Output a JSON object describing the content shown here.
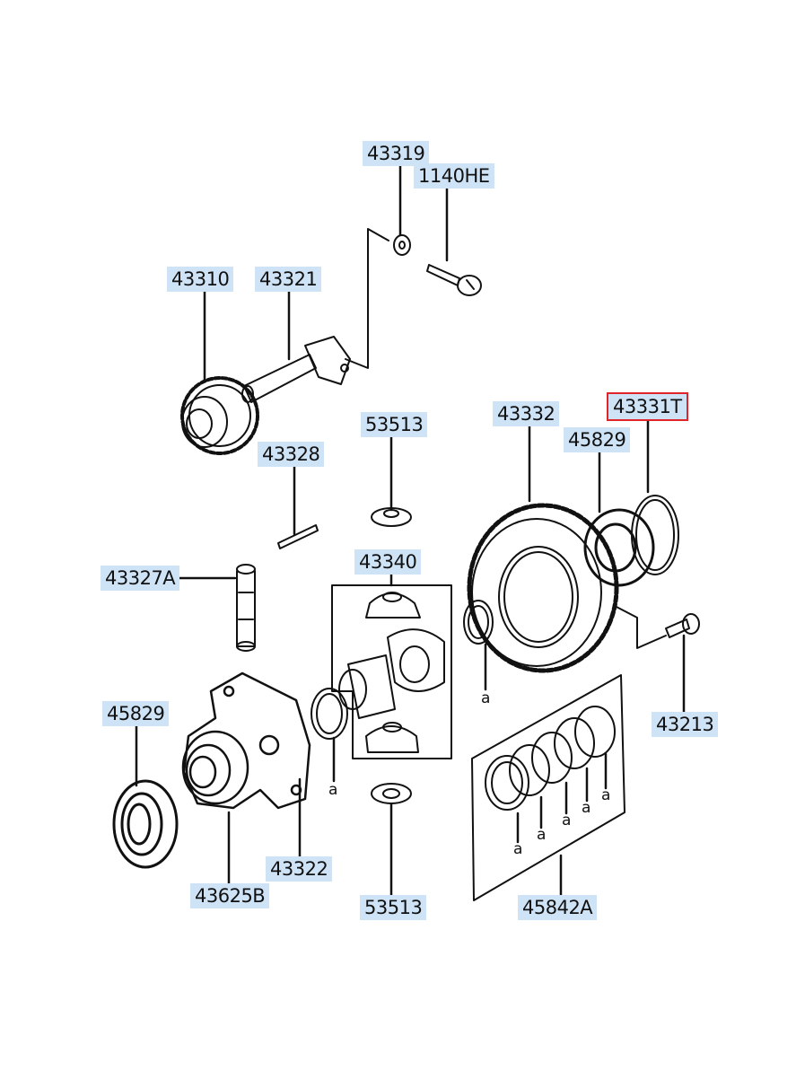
{
  "diagram": {
    "title": "Differential assembly parts diagram",
    "selected_part": "43331T",
    "highlight_color": "#cfe3f7",
    "selected_border_color": "#e0252a"
  },
  "labels": {
    "p43319": "43319",
    "p1140HE": "1140HE",
    "p43310": "43310",
    "p43321": "43321",
    "p53513_top": "53513",
    "p43332": "43332",
    "p43331T": "43331T",
    "p45829_right": "45829",
    "p43328": "43328",
    "p43340": "43340",
    "p43327A": "43327A",
    "p45829_left": "45829",
    "p43213": "43213",
    "p43322": "43322",
    "p43625B": "43625B",
    "p53513_bottom": "53513",
    "p45842A": "45842A"
  },
  "marks": {
    "a": "a"
  }
}
